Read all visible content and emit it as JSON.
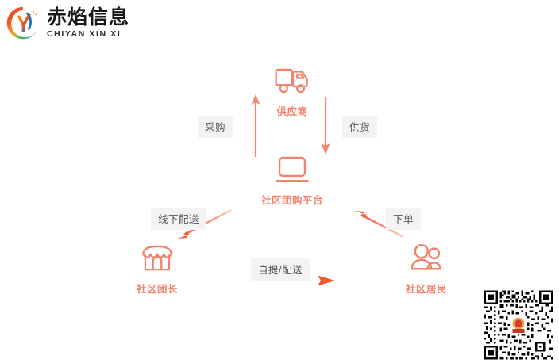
{
  "brand": {
    "name_cn": "赤焰信息",
    "name_en": "CHIYAN XIN XI",
    "logo_icon": "circular-swoosh-logo-icon"
  },
  "diagram": {
    "title": "",
    "accent_color": "#f2836b",
    "arrow_color": "#f26b4e",
    "label_bg_color": "#f3f3f3",
    "label_text_color": "#555555",
    "nodes": [
      {
        "id": "supplier",
        "label": "供应商",
        "icon": "delivery-truck-icon"
      },
      {
        "id": "platform",
        "label": "社区团购平台",
        "icon": "laptop-monitor-icon"
      },
      {
        "id": "leader",
        "label": "社区团长",
        "icon": "storefront-icon"
      },
      {
        "id": "resident",
        "label": "社区居民",
        "icon": "two-people-icon"
      }
    ],
    "edges": [
      {
        "id": "procure",
        "label": "采购",
        "from": "platform",
        "to": "supplier",
        "direction": "up"
      },
      {
        "id": "supply",
        "label": "供货",
        "from": "supplier",
        "to": "platform",
        "direction": "down"
      },
      {
        "id": "offline",
        "label": "线下配送",
        "from": "platform",
        "to": "leader",
        "direction": "down-left"
      },
      {
        "id": "order",
        "label": "下单",
        "from": "resident",
        "to": "platform",
        "direction": "up-left"
      },
      {
        "id": "pickup",
        "label": "自提/配送",
        "from": "leader",
        "to": "resident",
        "direction": "right"
      }
    ]
  },
  "qr": {
    "alt": "qr-code",
    "center_logo": "brand-logo-icon"
  }
}
